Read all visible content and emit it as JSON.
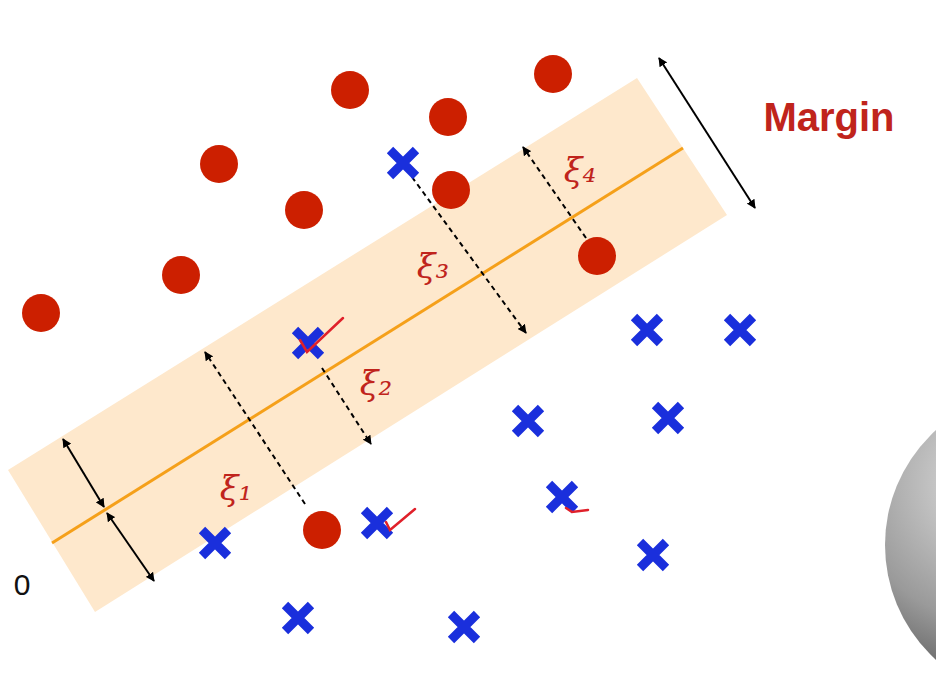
{
  "diagram": {
    "labels": [
      "Margin",
      "ξ₃",
      "ξ₄",
      "ξ₂",
      "ξ₁",
      "0"
    ]
  }
}
